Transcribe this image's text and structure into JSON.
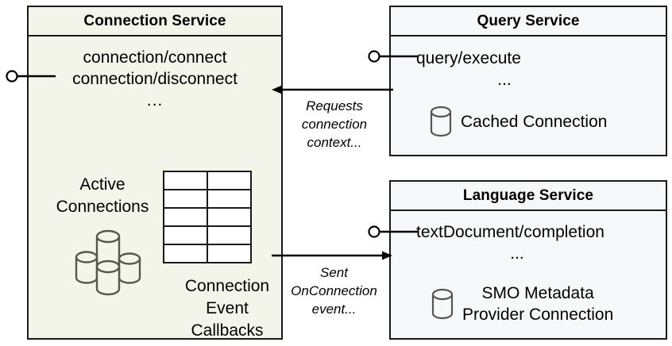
{
  "diagram": {
    "title": "Connection Service architecture",
    "colors": {
      "connection_service_fill": "#f3f5ea",
      "service_fill": "#f7f8fa",
      "stroke": "#1a1a1a",
      "cylinder_stroke": "#55584f"
    }
  },
  "connection_service": {
    "title": "Connection Service",
    "interfaces": [
      "connection/connect",
      "connection/disconnect"
    ],
    "ellipsis": "...",
    "active_connections_label": "Active\nConnections",
    "active_connections_line1": "Active",
    "active_connections_line2": "Connections",
    "callbacks_line1": "Connection",
    "callbacks_line2": "Event",
    "callbacks_line3": "Callbacks",
    "table": {
      "columns": 2,
      "rows": 5
    }
  },
  "query_service": {
    "title": "Query Service",
    "interfaces": [
      "query/execute"
    ],
    "ellipsis": "...",
    "resource_caption": "Cached Connection"
  },
  "language_service": {
    "title": "Language Service",
    "interfaces": [
      "textDocument/completion"
    ],
    "ellipsis": "...",
    "resource_caption_line1": "SMO Metadata",
    "resource_caption_line2": "Provider Connection"
  },
  "connectors": {
    "query_to_connection_label_line1": "Requests",
    "query_to_connection_label_line2": "connection",
    "query_to_connection_label_line3": "context...",
    "connection_to_language_label_line1": "Sent",
    "connection_to_language_label_line2": "OnConnection",
    "connection_to_language_label_line3": "event..."
  }
}
